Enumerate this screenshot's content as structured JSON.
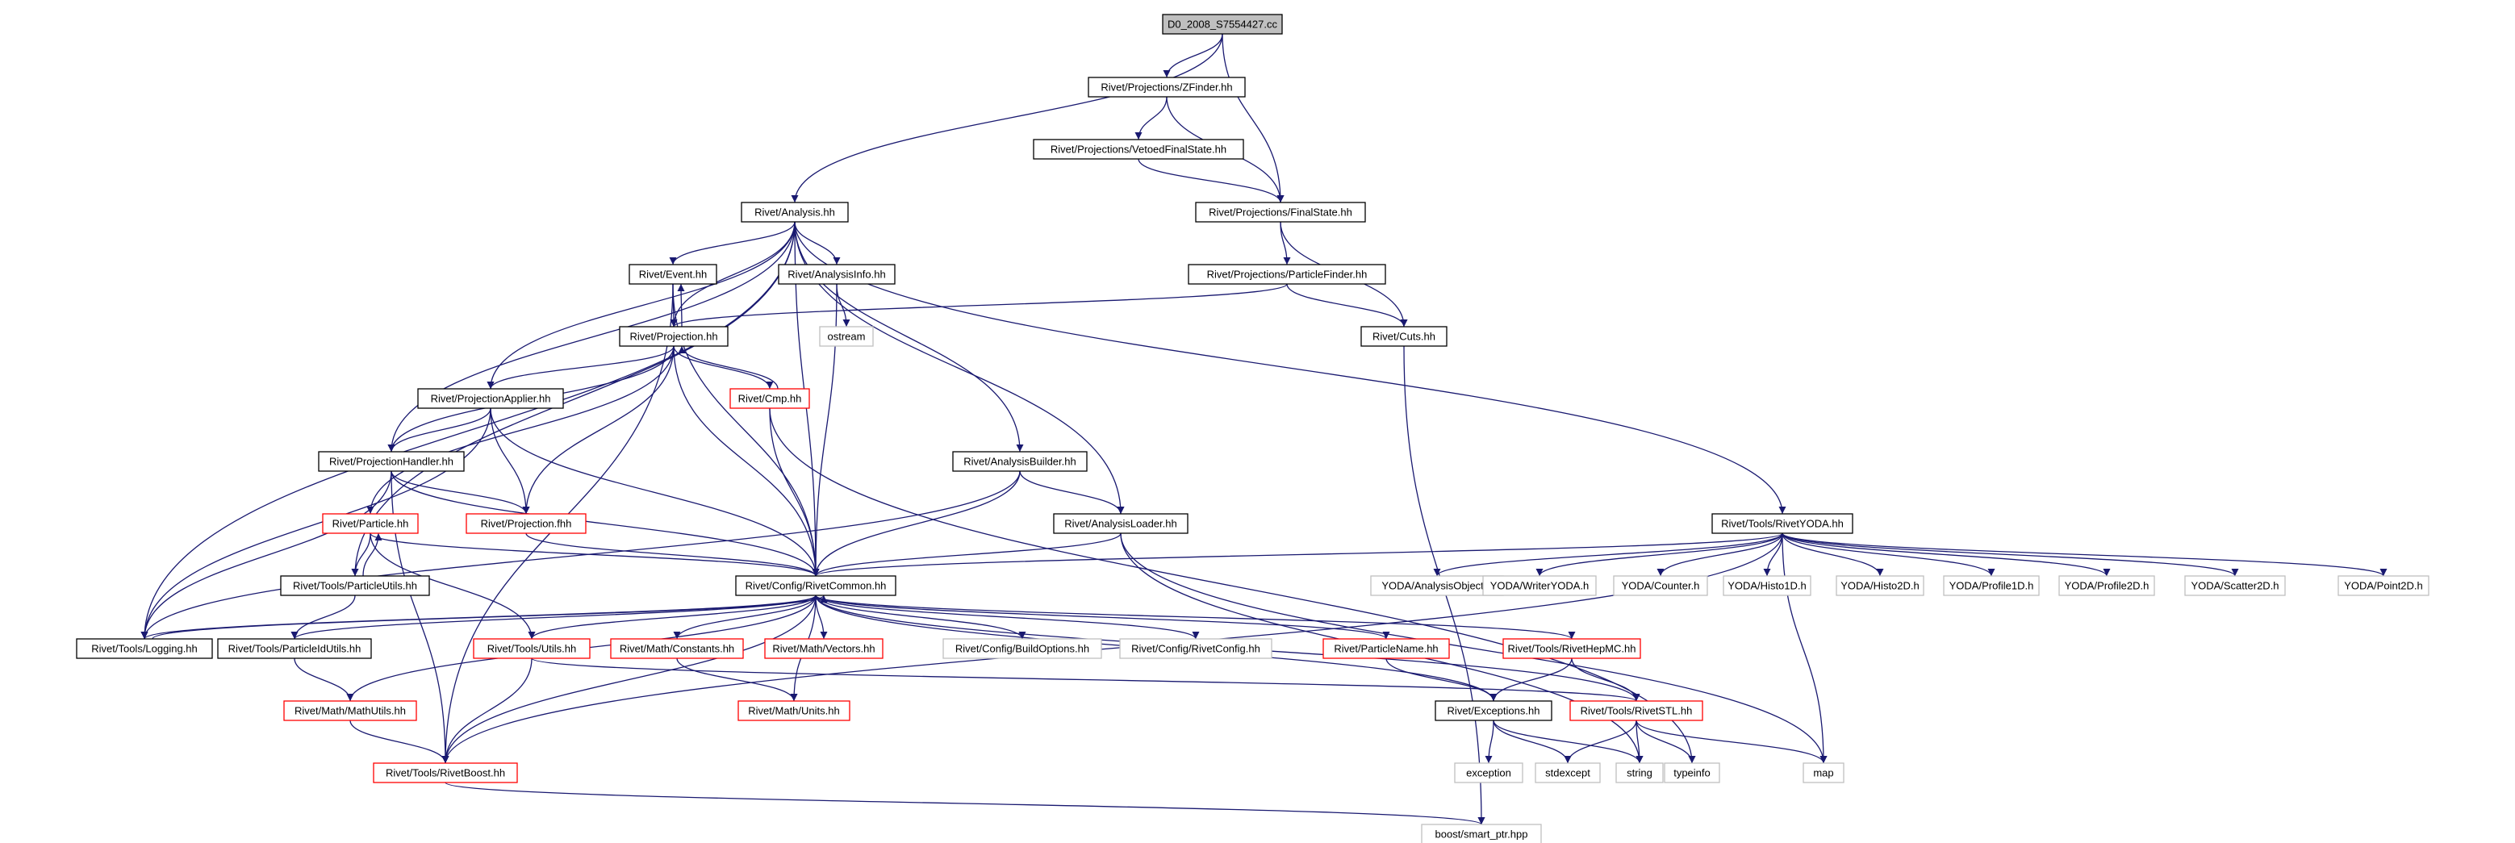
{
  "colors": {
    "edge": "#191970",
    "root_fill": "#bfbfbf",
    "normal_border": "#000000",
    "truncated_border": "#ff0000",
    "external_border": "#bfbfbf",
    "external_text": "#555555",
    "background": "#ffffff"
  },
  "graph": {
    "root": "D0_2008_S7554427.cc",
    "nodes": [
      {
        "id": "root",
        "label": "D0_2008_S7554427.cc",
        "kind": "root"
      },
      {
        "id": "zfinder",
        "label": "Rivet/Projections/ZFinder.hh",
        "kind": "normal"
      },
      {
        "id": "vetoed",
        "label": "Rivet/Projections/VetoedFinalState.hh",
        "kind": "normal"
      },
      {
        "id": "finalstate",
        "label": "Rivet/Projections/FinalState.hh",
        "kind": "normal"
      },
      {
        "id": "partfinder",
        "label": "Rivet/Projections/ParticleFinder.hh",
        "kind": "normal"
      },
      {
        "id": "cuts",
        "label": "Rivet/Cuts.hh",
        "kind": "normal"
      },
      {
        "id": "analysis",
        "label": "Rivet/Analysis.hh",
        "kind": "normal"
      },
      {
        "id": "event",
        "label": "Rivet/Event.hh",
        "kind": "normal"
      },
      {
        "id": "anainfo",
        "label": "Rivet/AnalysisInfo.hh",
        "kind": "normal"
      },
      {
        "id": "ostream",
        "label": "ostream",
        "kind": "external"
      },
      {
        "id": "projection",
        "label": "Rivet/Projection.hh",
        "kind": "normal"
      },
      {
        "id": "cmp",
        "label": "Rivet/Cmp.hh",
        "kind": "truncated"
      },
      {
        "id": "projapplier",
        "label": "Rivet/ProjectionApplier.hh",
        "kind": "normal"
      },
      {
        "id": "projhandler",
        "label": "Rivet/ProjectionHandler.hh",
        "kind": "normal"
      },
      {
        "id": "anabuilder",
        "label": "Rivet/AnalysisBuilder.hh",
        "kind": "normal"
      },
      {
        "id": "particle",
        "label": "Rivet/Particle.hh",
        "kind": "truncated"
      },
      {
        "id": "projfhh",
        "label": "Rivet/Projection.fhh",
        "kind": "truncated"
      },
      {
        "id": "analoader",
        "label": "Rivet/AnalysisLoader.hh",
        "kind": "normal"
      },
      {
        "id": "rivetyoda",
        "label": "Rivet/Tools/RivetYODA.hh",
        "kind": "normal"
      },
      {
        "id": "partutils",
        "label": "Rivet/Tools/ParticleUtils.hh",
        "kind": "normal"
      },
      {
        "id": "common",
        "label": "Rivet/Config/RivetCommon.hh",
        "kind": "normal"
      },
      {
        "id": "yanaobj",
        "label": "YODA/AnalysisObject.h",
        "kind": "external"
      },
      {
        "id": "ywriter",
        "label": "YODA/WriterYODA.h",
        "kind": "external"
      },
      {
        "id": "ycounter",
        "label": "YODA/Counter.h",
        "kind": "external"
      },
      {
        "id": "yh1",
        "label": "YODA/Histo1D.h",
        "kind": "external"
      },
      {
        "id": "yh2",
        "label": "YODA/Histo2D.h",
        "kind": "external"
      },
      {
        "id": "yp1",
        "label": "YODA/Profile1D.h",
        "kind": "external"
      },
      {
        "id": "yp2",
        "label": "YODA/Profile2D.h",
        "kind": "external"
      },
      {
        "id": "ys2",
        "label": "YODA/Scatter2D.h",
        "kind": "external"
      },
      {
        "id": "yp2d",
        "label": "YODA/Point2D.h",
        "kind": "external"
      },
      {
        "id": "logging",
        "label": "Rivet/Tools/Logging.hh",
        "kind": "normal"
      },
      {
        "id": "pidutils",
        "label": "Rivet/Tools/ParticleIdUtils.hh",
        "kind": "normal"
      },
      {
        "id": "utils",
        "label": "Rivet/Tools/Utils.hh",
        "kind": "truncated"
      },
      {
        "id": "mconst",
        "label": "Rivet/Math/Constants.hh",
        "kind": "truncated"
      },
      {
        "id": "mvec",
        "label": "Rivet/Math/Vectors.hh",
        "kind": "truncated"
      },
      {
        "id": "buildopt",
        "label": "Rivet/Config/BuildOptions.hh",
        "kind": "external"
      },
      {
        "id": "rivetconfig",
        "label": "Rivet/Config/RivetConfig.hh",
        "kind": "external"
      },
      {
        "id": "pname",
        "label": "Rivet/ParticleName.hh",
        "kind": "truncated"
      },
      {
        "id": "hepmc",
        "label": "Rivet/Tools/RivetHepMC.hh",
        "kind": "truncated"
      },
      {
        "id": "mathutils",
        "label": "Rivet/Math/MathUtils.hh",
        "kind": "truncated"
      },
      {
        "id": "munits",
        "label": "Rivet/Math/Units.hh",
        "kind": "truncated"
      },
      {
        "id": "exceptions",
        "label": "Rivet/Exceptions.hh",
        "kind": "normal"
      },
      {
        "id": "stl",
        "label": "Rivet/Tools/RivetSTL.hh",
        "kind": "truncated"
      },
      {
        "id": "boost",
        "label": "Rivet/Tools/RivetBoost.hh",
        "kind": "truncated"
      },
      {
        "id": "exception",
        "label": "exception",
        "kind": "external"
      },
      {
        "id": "stdexcept",
        "label": "stdexcept",
        "kind": "external"
      },
      {
        "id": "string",
        "label": "string",
        "kind": "external"
      },
      {
        "id": "typeinfo",
        "label": "typeinfo",
        "kind": "external"
      },
      {
        "id": "map",
        "label": "map",
        "kind": "external"
      },
      {
        "id": "smartptr",
        "label": "boost/smart_ptr.hpp",
        "kind": "external"
      }
    ],
    "edges": [
      [
        "root",
        "zfinder"
      ],
      [
        "root",
        "finalstate"
      ],
      [
        "root",
        "analysis"
      ],
      [
        "zfinder",
        "vetoed"
      ],
      [
        "zfinder",
        "finalstate"
      ],
      [
        "vetoed",
        "finalstate"
      ],
      [
        "finalstate",
        "partfinder"
      ],
      [
        "finalstate",
        "cuts"
      ],
      [
        "partfinder",
        "projection"
      ],
      [
        "partfinder",
        "cuts"
      ],
      [
        "cuts",
        "smartptr"
      ],
      [
        "analysis",
        "event"
      ],
      [
        "analysis",
        "anainfo"
      ],
      [
        "analysis",
        "projection"
      ],
      [
        "analysis",
        "projapplier"
      ],
      [
        "analysis",
        "projhandler"
      ],
      [
        "analysis",
        "anabuilder"
      ],
      [
        "analysis",
        "analoader"
      ],
      [
        "analysis",
        "rivetyoda"
      ],
      [
        "analysis",
        "partutils"
      ],
      [
        "analysis",
        "logging"
      ],
      [
        "analysis",
        "common"
      ],
      [
        "event",
        "projection"
      ],
      [
        "event",
        "common"
      ],
      [
        "event",
        "boost"
      ],
      [
        "anainfo",
        "ostream"
      ],
      [
        "anainfo",
        "common"
      ],
      [
        "projection",
        "event"
      ],
      [
        "projection",
        "cmp"
      ],
      [
        "projection",
        "projapplier"
      ],
      [
        "projection",
        "projhandler"
      ],
      [
        "projection",
        "projfhh"
      ],
      [
        "projection",
        "particle"
      ],
      [
        "projection",
        "common"
      ],
      [
        "cmp",
        "projection"
      ],
      [
        "cmp",
        "common"
      ],
      [
        "cmp",
        "typeinfo"
      ],
      [
        "projapplier",
        "projhandler"
      ],
      [
        "projapplier",
        "projfhh"
      ],
      [
        "projapplier",
        "logging"
      ],
      [
        "projapplier",
        "common"
      ],
      [
        "projhandler",
        "projfhh"
      ],
      [
        "projhandler",
        "logging"
      ],
      [
        "projhandler",
        "boost"
      ],
      [
        "projhandler",
        "common"
      ],
      [
        "anabuilder",
        "analoader"
      ],
      [
        "anabuilder",
        "logging"
      ],
      [
        "anabuilder",
        "common"
      ],
      [
        "analoader",
        "common"
      ],
      [
        "analoader",
        "map"
      ],
      [
        "analoader",
        "string"
      ],
      [
        "particle",
        "partutils"
      ],
      [
        "particle",
        "utils"
      ],
      [
        "particle",
        "common"
      ],
      [
        "partutils",
        "particle"
      ],
      [
        "partutils",
        "pidutils"
      ],
      [
        "projfhh",
        "common"
      ],
      [
        "rivetyoda",
        "common"
      ],
      [
        "rivetyoda",
        "yanaobj"
      ],
      [
        "rivetyoda",
        "ywriter"
      ],
      [
        "rivetyoda",
        "ycounter"
      ],
      [
        "rivetyoda",
        "yh1"
      ],
      [
        "rivetyoda",
        "yh2"
      ],
      [
        "rivetyoda",
        "yp1"
      ],
      [
        "rivetyoda",
        "yp2"
      ],
      [
        "rivetyoda",
        "ys2"
      ],
      [
        "rivetyoda",
        "yp2d"
      ],
      [
        "rivetyoda",
        "boost"
      ],
      [
        "rivetyoda",
        "map"
      ],
      [
        "common",
        "logging"
      ],
      [
        "common",
        "pidutils"
      ],
      [
        "common",
        "utils"
      ],
      [
        "common",
        "mconst"
      ],
      [
        "common",
        "mvec"
      ],
      [
        "common",
        "buildopt"
      ],
      [
        "common",
        "rivetconfig"
      ],
      [
        "common",
        "pname"
      ],
      [
        "common",
        "hepmc"
      ],
      [
        "common",
        "mathutils"
      ],
      [
        "common",
        "munits"
      ],
      [
        "common",
        "exceptions"
      ],
      [
        "common",
        "stl"
      ],
      [
        "common",
        "boost"
      ],
      [
        "logging",
        "common"
      ],
      [
        "pidutils",
        "mathutils"
      ],
      [
        "utils",
        "boost"
      ],
      [
        "utils",
        "stl"
      ],
      [
        "mconst",
        "munits"
      ],
      [
        "mathutils",
        "boost"
      ],
      [
        "pname",
        "exceptions"
      ],
      [
        "hepmc",
        "exceptions"
      ],
      [
        "hepmc",
        "stl"
      ],
      [
        "exceptions",
        "exception"
      ],
      [
        "exceptions",
        "stdexcept"
      ],
      [
        "exceptions",
        "string"
      ],
      [
        "stl",
        "stdexcept"
      ],
      [
        "stl",
        "string"
      ],
      [
        "stl",
        "typeinfo"
      ],
      [
        "stl",
        "map"
      ],
      [
        "boost",
        "smartptr"
      ]
    ]
  }
}
